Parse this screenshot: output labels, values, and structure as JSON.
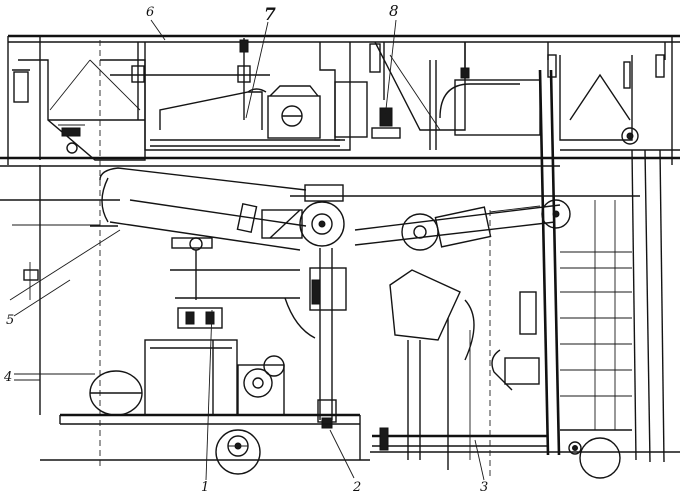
{
  "callouts": {
    "c6": "6",
    "c7": "7",
    "c8": "8",
    "c4": "4",
    "c5": "5",
    "c1": "1",
    "c2": "2",
    "c3": "3"
  }
}
